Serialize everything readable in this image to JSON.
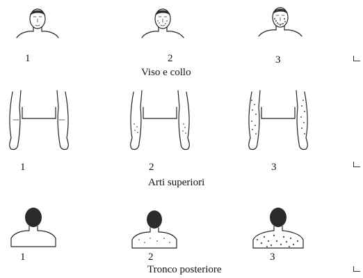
{
  "sections": [
    {
      "caption": "Viso e collo",
      "grades": [
        "1",
        "2",
        "3"
      ]
    },
    {
      "caption": "Arti superiori",
      "grades": [
        "1",
        "2",
        "3"
      ]
    },
    {
      "caption": "Tronco posteriore",
      "grades": [
        "1",
        "2",
        "3"
      ]
    }
  ]
}
